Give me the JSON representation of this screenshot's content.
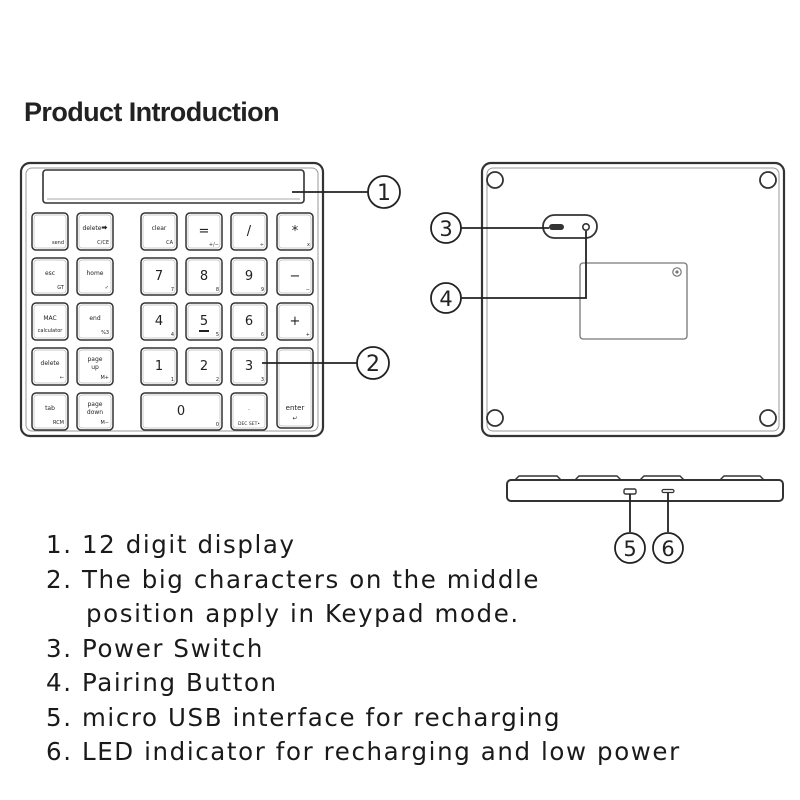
{
  "title": "Product Introduction",
  "callouts": [
    "1",
    "2",
    "3",
    "4",
    "5",
    "6"
  ],
  "keys": {
    "send": {
      "main": "",
      "sub": "send"
    },
    "delete_cce": {
      "main": "delete⮕",
      "sub": "C/CE"
    },
    "clear": {
      "main": "clear",
      "sub": "CA"
    },
    "equals": {
      "main": "=",
      "sub": "+/−"
    },
    "divide": {
      "main": "/",
      "sub": "÷"
    },
    "multiply": {
      "main": "*",
      "sub": "x"
    },
    "esc": {
      "main": "esc",
      "sub": "GT"
    },
    "home": {
      "main": "home",
      "sub": "✓"
    },
    "k7": {
      "main": "7",
      "sub": "7"
    },
    "k8": {
      "main": "8",
      "sub": "8"
    },
    "k9": {
      "main": "9",
      "sub": "9"
    },
    "minus": {
      "main": "−",
      "sub": "−"
    },
    "mac": {
      "main": "MAC",
      "sub": "calculator"
    },
    "end": {
      "main": "end",
      "sub": "%3"
    },
    "k4": {
      "main": "4",
      "sub": "4"
    },
    "k5": {
      "main": "5",
      "sub": "5"
    },
    "k6": {
      "main": "6",
      "sub": "6"
    },
    "plus": {
      "main": "+",
      "sub": "+"
    },
    "delete": {
      "main": "delete",
      "sub": "←"
    },
    "page_up": {
      "main": "page up",
      "sub": "M+"
    },
    "k1": {
      "main": "1",
      "sub": "1"
    },
    "k2": {
      "main": "2",
      "sub": "2"
    },
    "k3": {
      "main": "3",
      "sub": "3"
    },
    "tab": {
      "main": "tab",
      "sub": "RCM"
    },
    "page_down": {
      "main": "page down",
      "sub": "M−"
    },
    "k0": {
      "main": "0",
      "sub": "0"
    },
    "dec": {
      "main": ".",
      "sub": "DEC SET•"
    },
    "enter": {
      "main": "enter",
      "sub": "↵"
    }
  },
  "notes": [
    "1. 12 digit display",
    "2. The big characters on the middle",
    "position apply in Keypad mode.",
    "3. Power Switch",
    "4. Pairing Button",
    "5. micro USB interface for recharging",
    "6. LED indicator for recharging and low power"
  ]
}
